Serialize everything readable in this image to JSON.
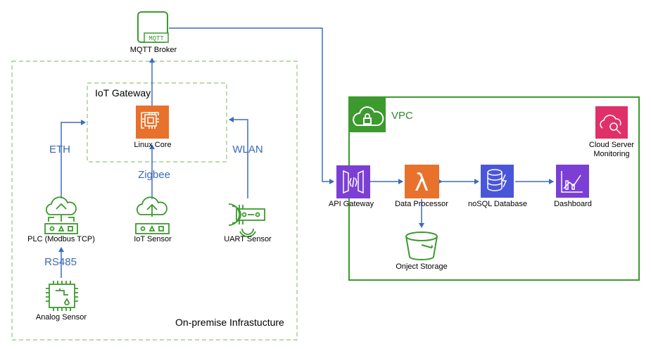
{
  "broker": {
    "icon_text": "MQTT",
    "label": "MQTT Broker"
  },
  "onprem": {
    "title": "On-premise Infrastucture"
  },
  "gateway": {
    "title": "IoT Gateway",
    "core_label": "Linux Core"
  },
  "links": {
    "eth": "ETH",
    "zigbee": "Zigbee",
    "wlan": "WLAN",
    "rs485": "RS485"
  },
  "devices": {
    "plc": "PLC (Modbus TCP)",
    "iot_sensor": "IoT Sensor",
    "uart_sensor": "UART Sensor",
    "analog_sensor": "Analog Sensor"
  },
  "vpc": {
    "title": "VPC",
    "api_gateway": "API Gateway",
    "data_processor": "Data Processor",
    "nosql": "noSQL Database",
    "dashboard": "Dashboard",
    "storage": "Onject Storage",
    "monitoring": [
      "Cloud Server",
      "Monitoring"
    ]
  },
  "colors": {
    "arrow": "#3b6cc0",
    "green": "#3c9a2e",
    "dash_green": "#8cc97a",
    "orange": "#e8712b",
    "purple": "#7b3fd6",
    "blue": "#4a56d8",
    "pink": "#e0306a"
  }
}
